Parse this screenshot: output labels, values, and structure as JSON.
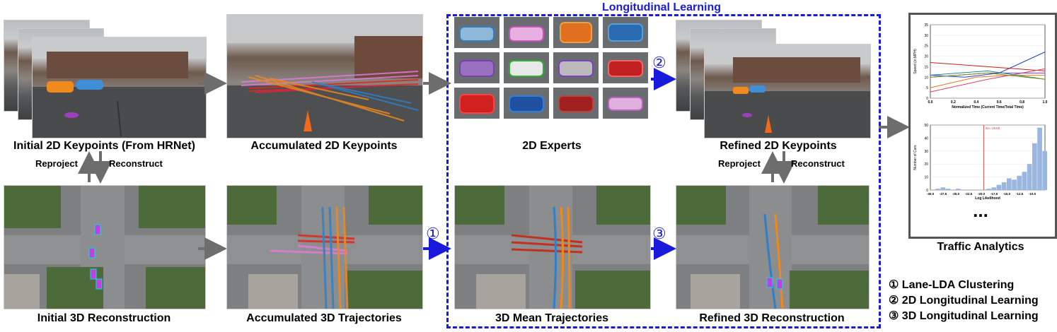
{
  "captions": {
    "initial_2d": "Initial 2D Keypoints (From HRNet)",
    "accumulated_2d": "Accumulated 2D Keypoints",
    "experts_2d": "2D Experts",
    "refined_2d": "Refined 2D Keypoints",
    "initial_3d": "Initial 3D Reconstruction",
    "accumulated_3d": "Accumulated 3D Trajectories",
    "mean_3d": "3D Mean Trajectories",
    "refined_3d": "Refined 3D Reconstruction",
    "traffic": "Traffic Analytics",
    "longitudinal": "Longitudinal Learning"
  },
  "arrow_labels": {
    "reproject_left": "Reproject",
    "reconstruct_left": "Reconstruct",
    "reproject_right": "Reproject",
    "reconstruct_right": "Reconstruct"
  },
  "step_markers": {
    "one": "①",
    "two": "②",
    "three": "③"
  },
  "legend": [
    "① Lane-LDA Clustering",
    "② 2D Longitudinal Learning",
    "③ 3D Longitudinal Learning"
  ],
  "ellipsis": "...",
  "colors": {
    "blue_accent": "#1a1adc",
    "gray_arrow": "#6d6d6d",
    "traj_red": "#e0261f",
    "traj_pink": "#e07ad6",
    "traj_orange": "#f0891c",
    "traj_blue": "#2f7fc9",
    "hist_bar": "#9bb7e0",
    "marker_red": "#e03030"
  },
  "line_chart": {
    "type": "line",
    "xlabel": "Normalized Time (Current Time/Total Time)",
    "ylabel": "Speed (in MPH)",
    "xlim": [
      0.0,
      1.0
    ],
    "ylim": [
      0,
      35
    ],
    "xticks": [
      "0.0",
      "0.2",
      "0.4",
      "0.6",
      "0.8",
      "1.0"
    ],
    "yticks": [
      "0",
      "5",
      "10",
      "15",
      "20",
      "25",
      "30",
      "35"
    ],
    "series": [
      {
        "color": "#1f3fbf",
        "values": [
          [
            0,
            11
          ],
          [
            0.3,
            10
          ],
          [
            0.6,
            12
          ],
          [
            1.0,
            22
          ]
        ]
      },
      {
        "color": "#e07a1a",
        "values": [
          [
            0,
            5
          ],
          [
            0.4,
            10
          ],
          [
            0.7,
            11
          ],
          [
            1.0,
            11
          ]
        ]
      },
      {
        "color": "#c81e1e",
        "values": [
          [
            0,
            17
          ],
          [
            0.5,
            15
          ],
          [
            1.0,
            13
          ]
        ]
      },
      {
        "color": "#d4406a",
        "values": [
          [
            0,
            3
          ],
          [
            0.5,
            9
          ],
          [
            1.0,
            14
          ]
        ]
      },
      {
        "color": "#7a3fb0",
        "values": [
          [
            0,
            10
          ],
          [
            0.5,
            12
          ],
          [
            1.0,
            12
          ]
        ]
      },
      {
        "color": "#1a8a8a",
        "values": [
          [
            0,
            11
          ],
          [
            0.5,
            13
          ],
          [
            1.0,
            9
          ]
        ]
      },
      {
        "color": "#8a8a1a",
        "values": [
          [
            0,
            10
          ],
          [
            0.5,
            12
          ],
          [
            1.0,
            9
          ]
        ]
      }
    ]
  },
  "hist_chart": {
    "type": "bar",
    "xlabel": "Log Likelihood",
    "ylabel": "Number of Cars",
    "xlim": [
      -30,
      -7.5
    ],
    "ylim": [
      0,
      50
    ],
    "xticks": [
      "-30.0",
      "-27.5",
      "-25.0",
      "-22.5",
      "-20.0",
      "-17.5",
      "-15.0",
      "-12.5",
      "-10.0"
    ],
    "yticks": [
      "0",
      "10",
      "20",
      "30",
      "40",
      "50"
    ],
    "annotation": "3σ=-19.50",
    "bins": [
      [
        -30.0,
        0
      ],
      [
        -29.0,
        1
      ],
      [
        -28.0,
        2
      ],
      [
        -27.0,
        1
      ],
      [
        -26.0,
        0
      ],
      [
        -25.0,
        1
      ],
      [
        -19.0,
        1
      ],
      [
        -18.0,
        2
      ],
      [
        -17.0,
        4
      ],
      [
        -16.0,
        6
      ],
      [
        -15.0,
        9
      ],
      [
        -14.0,
        8
      ],
      [
        -13.0,
        11
      ],
      [
        -12.0,
        14
      ],
      [
        -11.0,
        20
      ],
      [
        -10.0,
        36
      ],
      [
        -9.0,
        48
      ],
      [
        -8.0,
        30
      ]
    ],
    "threshold": -19.5
  }
}
